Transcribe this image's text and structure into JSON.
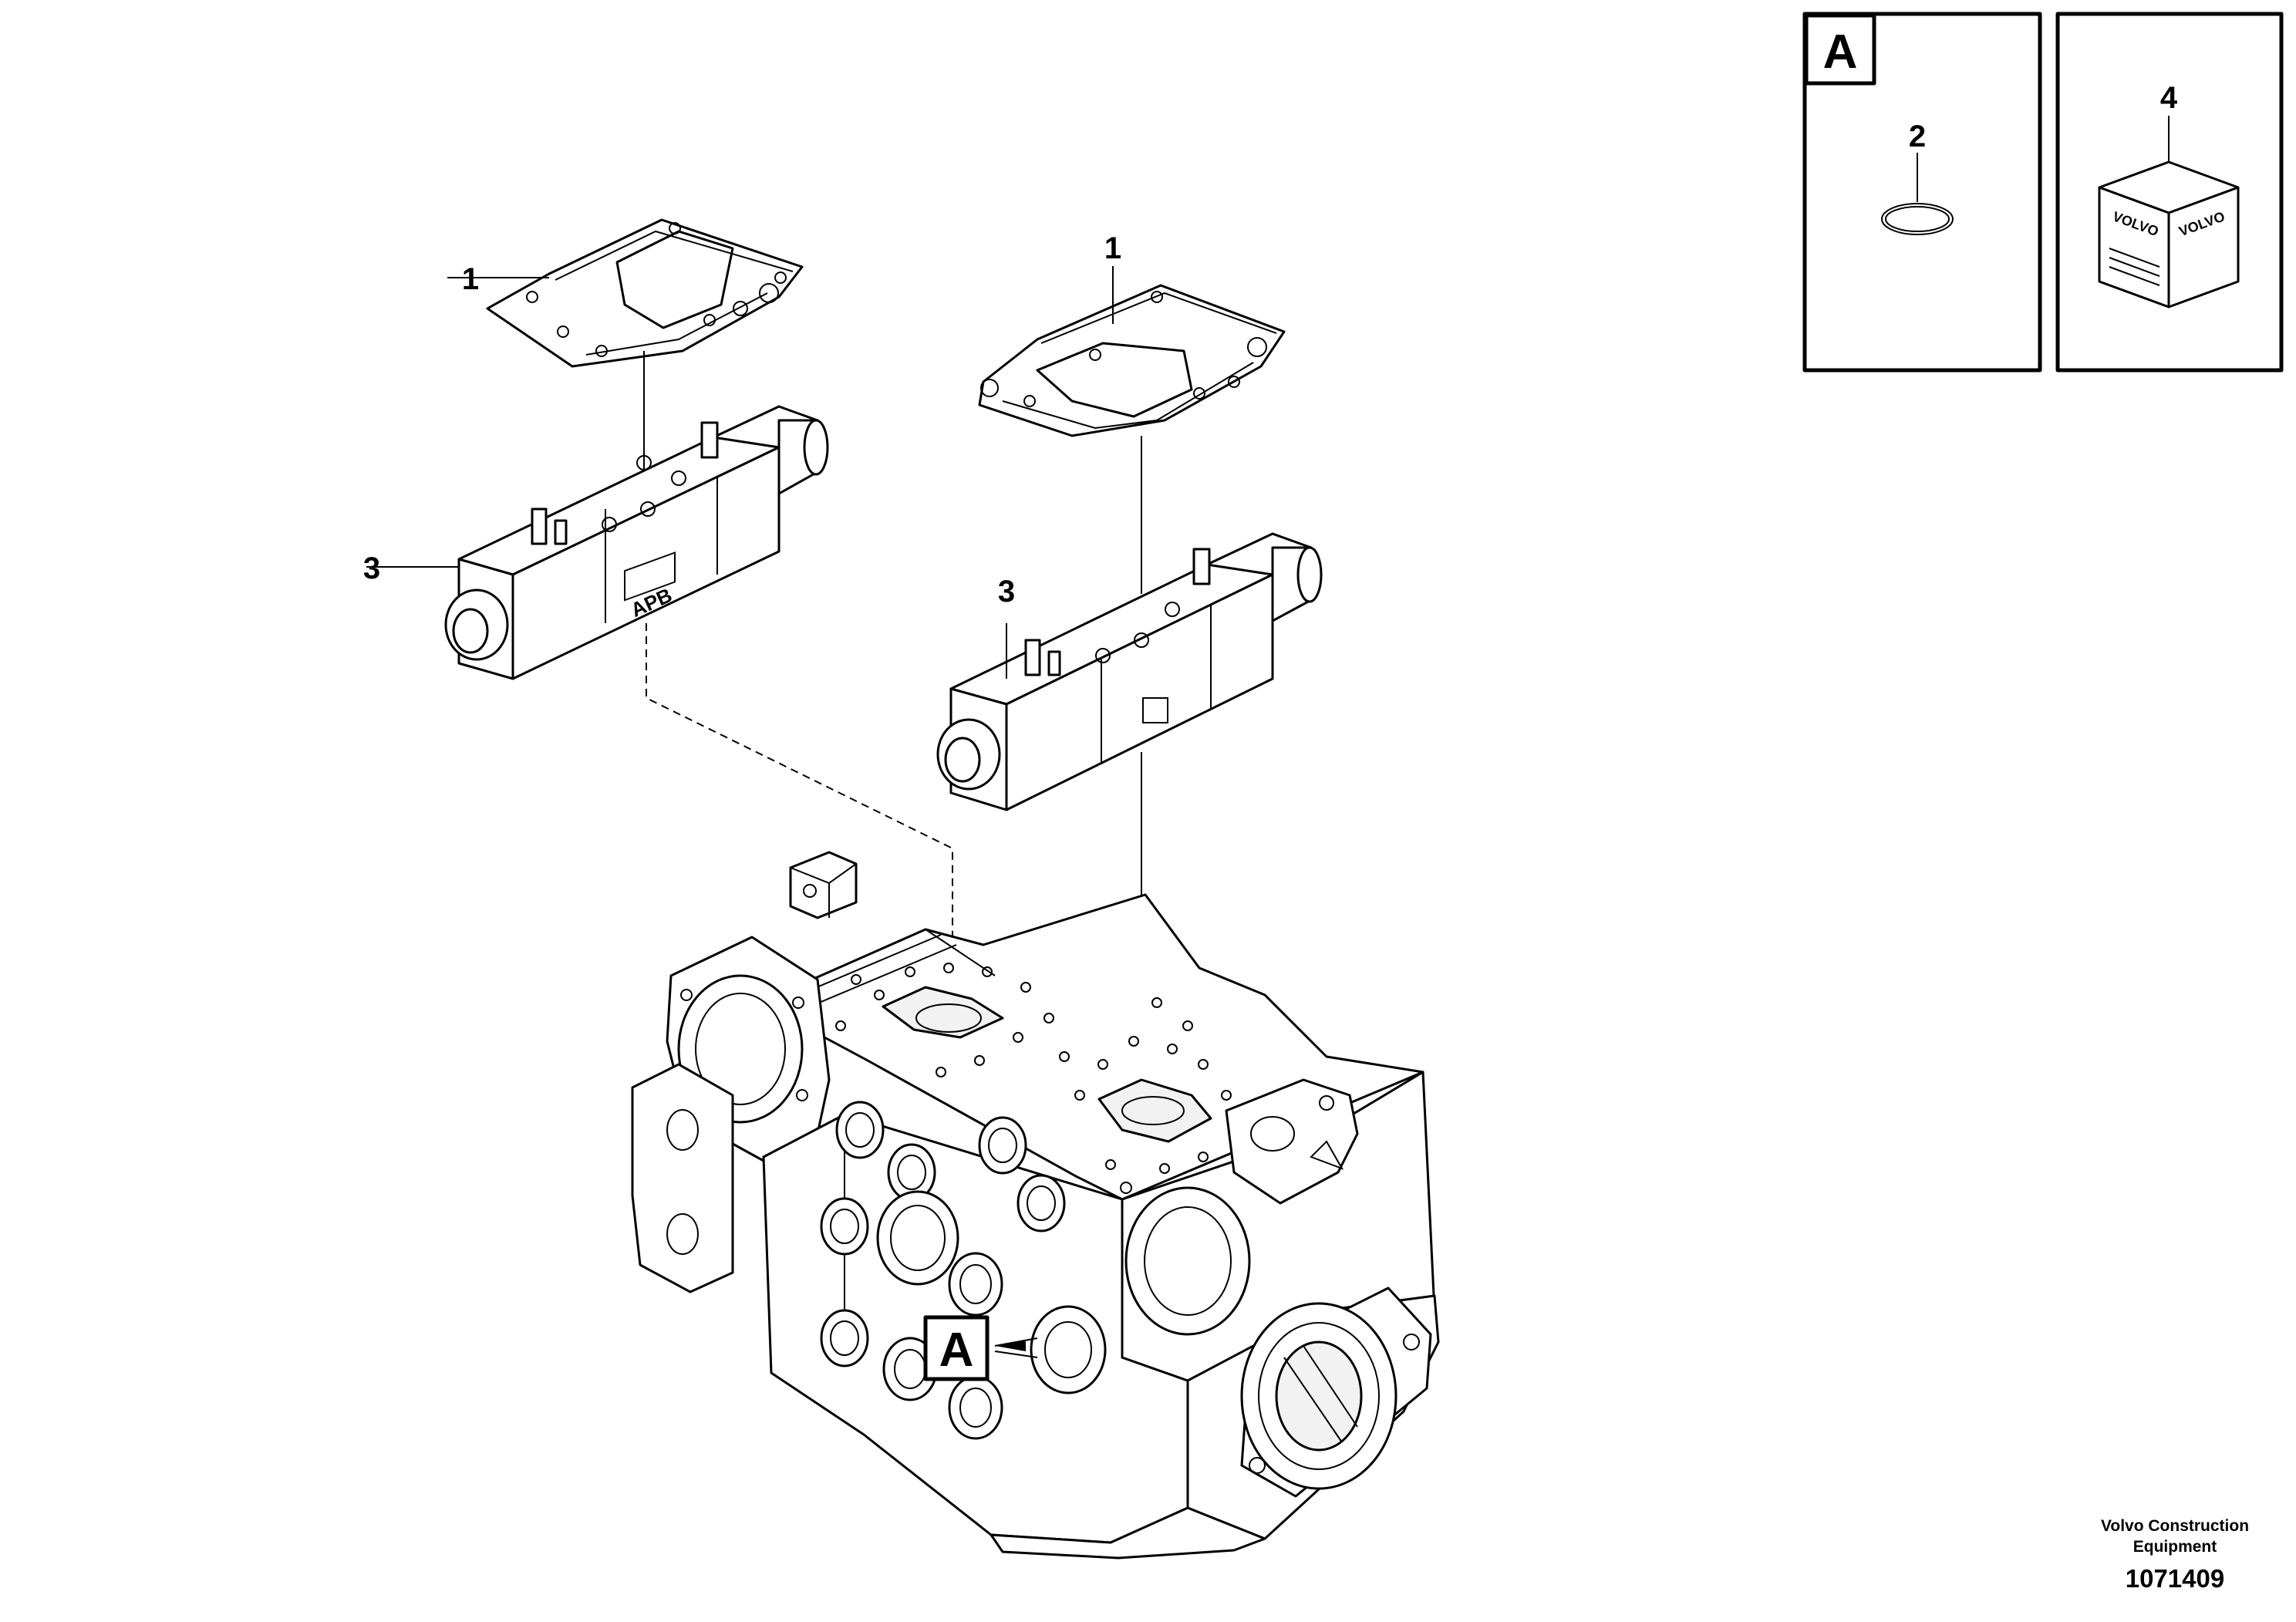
{
  "callouts": {
    "gasket_left": "1",
    "gasket_right": "1",
    "ring": "2",
    "valve_left": "3",
    "valve_right": "3",
    "kit": "4"
  },
  "detail_box": {
    "label": "A"
  },
  "pointer_box": {
    "label": "A"
  },
  "kit_box": {
    "brand_left": "VOLVO",
    "brand_right": "VOLVO"
  },
  "valve_left": {
    "face_mark": "APB"
  },
  "footer": {
    "company_line1": "Volvo Construction",
    "company_line2": "Equipment",
    "part_number": "1071409"
  }
}
